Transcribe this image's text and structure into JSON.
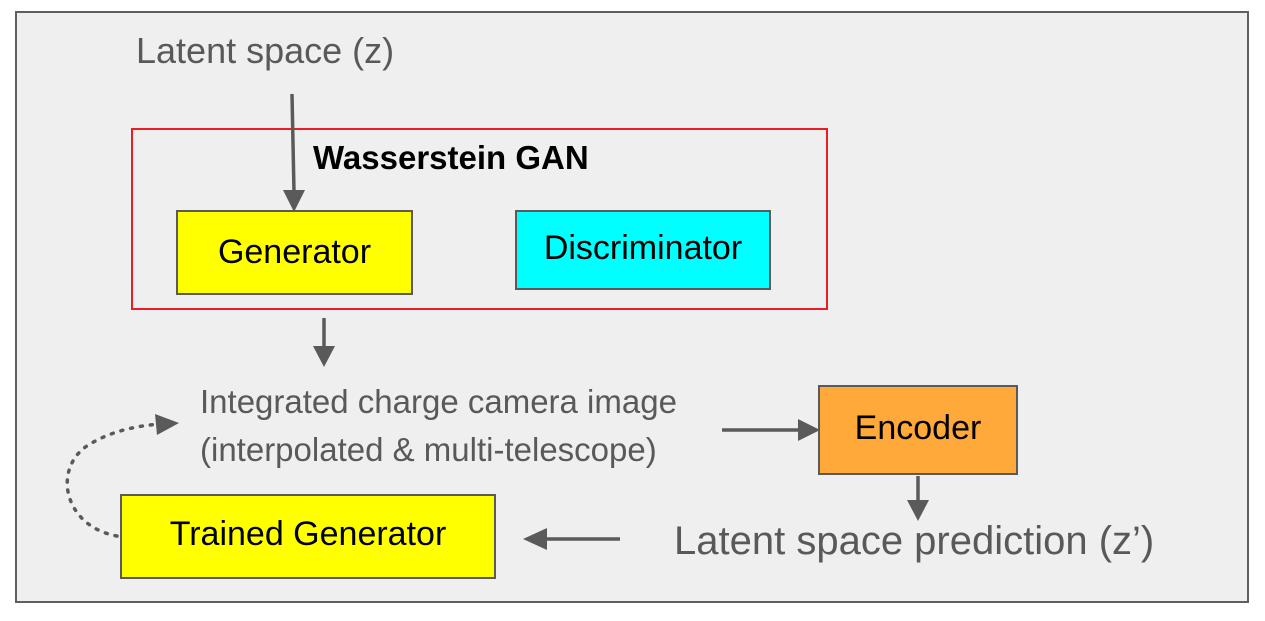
{
  "diagram": {
    "latent_space": "Latent space (z)",
    "gan": {
      "title": "Wasserstein GAN",
      "generator": "Generator",
      "discriminator": "Discriminator"
    },
    "camera_image": {
      "line1": "Integrated charge camera image",
      "line2": "(interpolated & multi-telescope)"
    },
    "encoder": "Encoder",
    "prediction": "Latent space prediction (z’)",
    "trained_generator": "Trained Generator"
  },
  "colors": {
    "background": "#efefef",
    "frame_border": "#5f5f5f",
    "gan_border": "#ec1c24",
    "generator_fill": "#ffff00",
    "discriminator_fill": "#00ffff",
    "encoder_fill": "#ffa93a",
    "trained_generator_fill": "#ffff00",
    "text_gray": "#595959",
    "arrow_gray": "#5a5a5a"
  }
}
